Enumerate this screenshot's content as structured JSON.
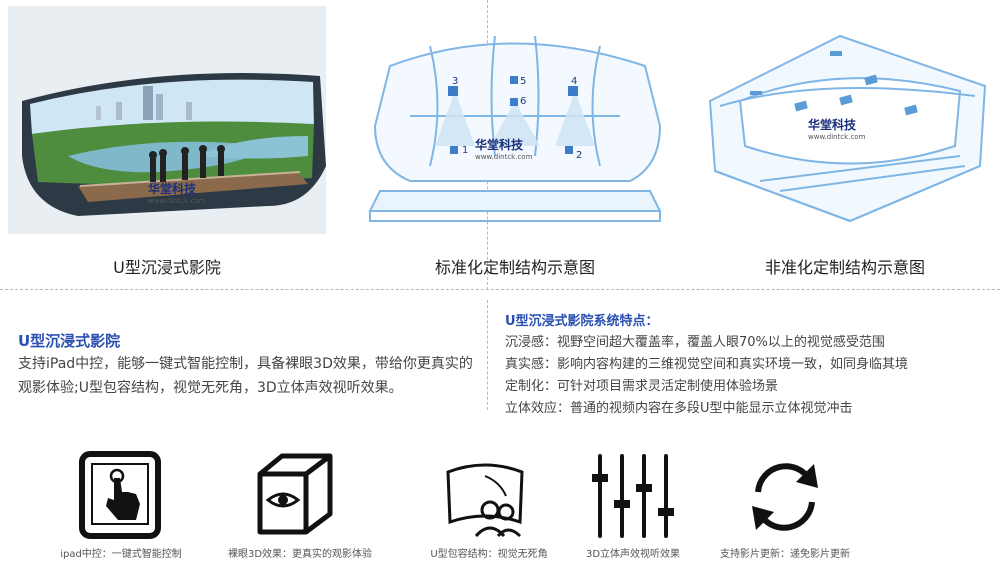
{
  "panels": [
    {
      "caption": "U型沉浸式影院"
    },
    {
      "caption": "标准化定制结构示意图"
    },
    {
      "caption": "非准化定制结构示意图"
    }
  ],
  "logo": {
    "name": "华堂科技",
    "url": "www.dintck.com"
  },
  "diagram_numbers": [
    "1",
    "2",
    "3",
    "4",
    "5",
    "6"
  ],
  "left": {
    "title": "U型沉浸式影院",
    "body": "支持iPad中控，能够一键式智能控制，具备裸眼3D效果，带给你更真实的观影体验;U型包容结构，视觉无死角，3D立体声效视听效果。"
  },
  "right": {
    "title": "U型沉浸式影院系统特点：",
    "features": [
      {
        "key": "沉浸感：",
        "text": "视野空间超大覆盖率，覆盖人眼70%以上的视觉感受范围"
      },
      {
        "key": "真实感：",
        "text": "影响内容构建的三维视觉空间和真实环境一致，如同身临其境"
      },
      {
        "key": "定制化：",
        "text": "可针对项目需求灵活定制使用体验场景"
      },
      {
        "key": "立体效应：",
        "text": "普通的视频内容在多段U型中能显示立体视觉冲击"
      }
    ]
  },
  "icons": [
    {
      "name": "tablet-touch-icon",
      "caption": "ipad中控：一键式智能控制"
    },
    {
      "name": "eye-cube-icon",
      "caption": "裸眼3D效果：更真实的观影体验"
    },
    {
      "name": "u-screen-viewers-icon",
      "caption": "U型包容结构：视觉无死角"
    },
    {
      "name": "equalizer-sliders-icon",
      "caption": "3D立体声效视听效果"
    },
    {
      "name": "refresh-cycle-icon",
      "caption": "支持影片更新：递免影片更新"
    }
  ],
  "colors": {
    "accent": "#2a4fb0",
    "diagram_line": "#7fb6e6",
    "diagram_fill": "#e6f2fc"
  }
}
